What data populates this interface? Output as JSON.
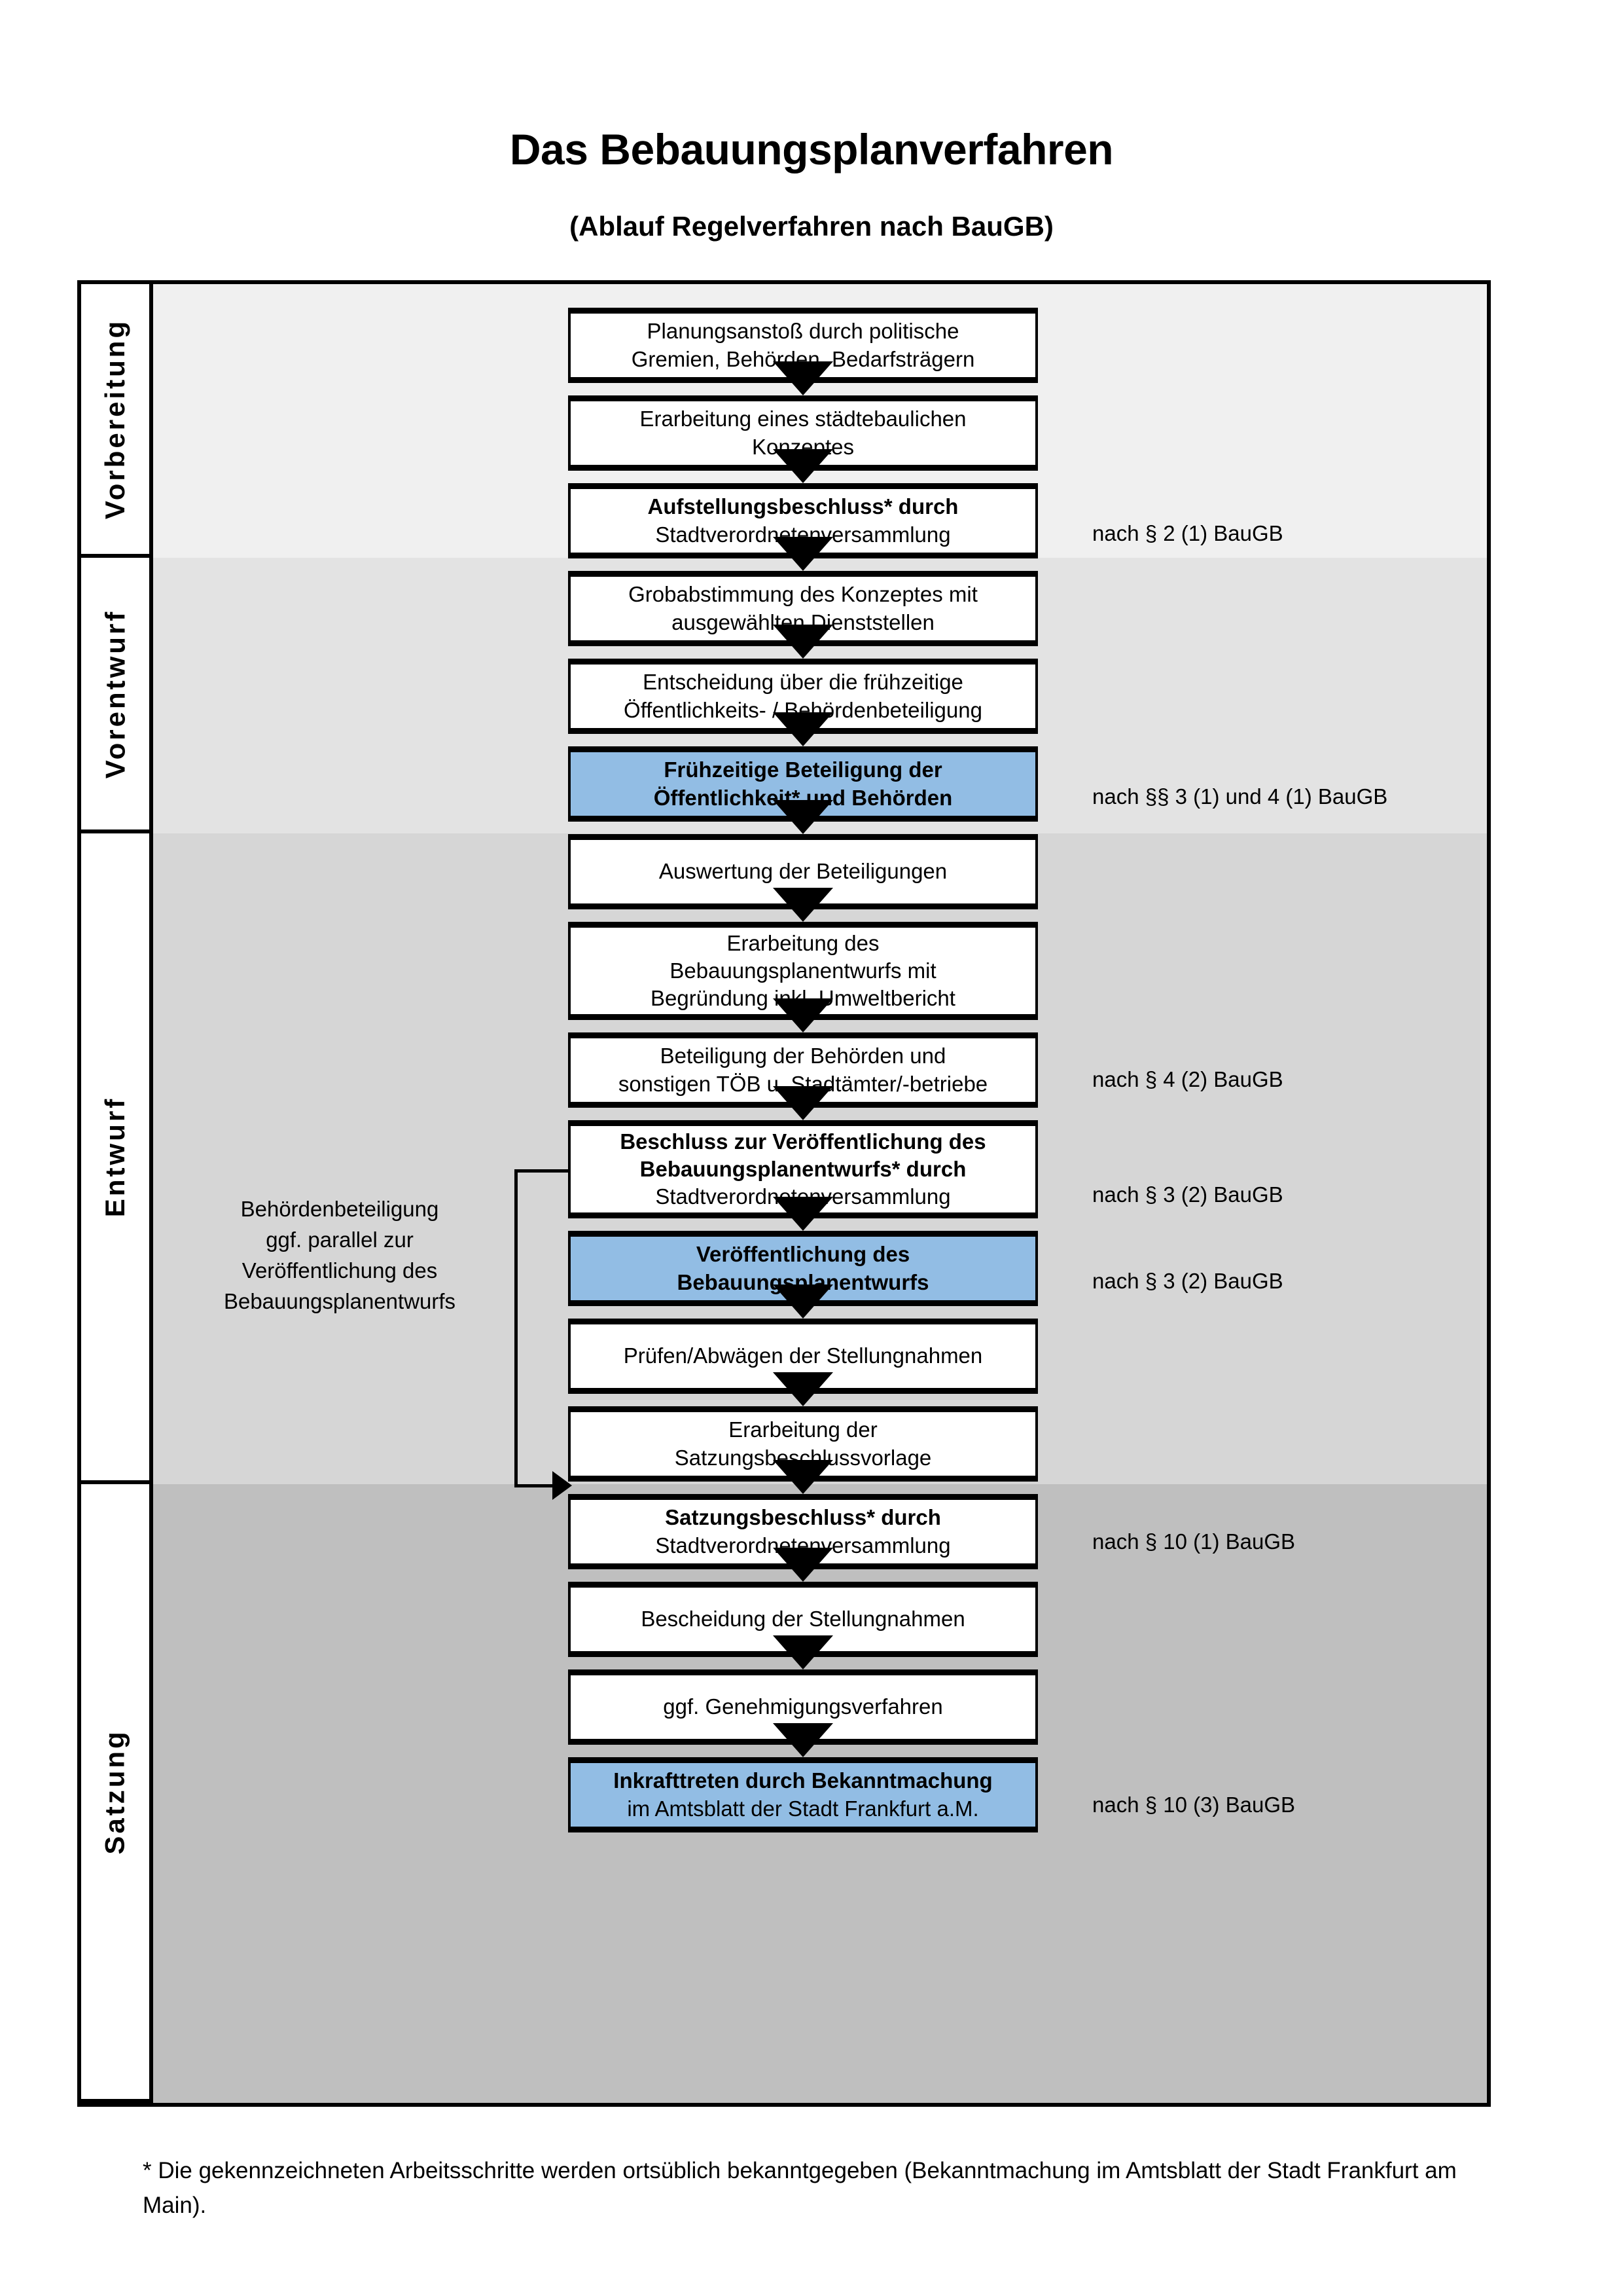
{
  "title": "Das Bebauungsplanverfahren",
  "subtitle": "(Ablauf Regelverfahren nach BauGB)",
  "colors": {
    "highlight": "#92bde4",
    "band_vorbereitung": "#f0f0f0",
    "band_vorentwurf": "#e3e3e3",
    "band_entwurf": "#d6d6d6",
    "band_satzung": "#bfbfbf",
    "line": "#000000"
  },
  "phases": [
    {
      "label": "Vorbereitung"
    },
    {
      "label": "Vorentwurf"
    },
    {
      "label": "Entwurf"
    },
    {
      "label": "Satzung"
    }
  ],
  "steps": [
    {
      "lines": [
        {
          "text": "Planungsanstoß durch politische",
          "bold": false
        },
        {
          "text": "Gremien, Behörden, Bedarfsträgern",
          "bold": false
        }
      ],
      "highlight": false
    },
    {
      "lines": [
        {
          "text": "Erarbeitung eines städtebaulichen",
          "bold": false
        },
        {
          "text": "Konzeptes",
          "bold": false
        }
      ],
      "highlight": false
    },
    {
      "lines": [
        {
          "text": "Aufstellungsbeschluss* durch",
          "bold": true
        },
        {
          "text": "Stadtverordnetenversammlung",
          "bold": false
        }
      ],
      "highlight": false
    },
    {
      "lines": [
        {
          "text": "Grobabstimmung des Konzeptes mit",
          "bold": false
        },
        {
          "text": "ausgewählten Dienststellen",
          "bold": false
        }
      ],
      "highlight": false
    },
    {
      "lines": [
        {
          "text": "Entscheidung über die frühzeitige",
          "bold": false
        },
        {
          "text": "Öffentlichkeits- / Behördenbeteiligung",
          "bold": false
        }
      ],
      "highlight": false
    },
    {
      "lines": [
        {
          "text": "Frühzeitige Beteiligung der",
          "bold": true
        },
        {
          "text": "Öffentlichkeit* und Behörden",
          "bold": true
        }
      ],
      "highlight": true
    },
    {
      "lines": [
        {
          "text": "Auswertung der Beteiligungen",
          "bold": false
        }
      ],
      "highlight": false
    },
    {
      "lines": [
        {
          "text": "Erarbeitung des",
          "bold": false
        },
        {
          "text": "Bebauungsplanentwurfs mit",
          "bold": false
        },
        {
          "text": "Begründung inkl. Umweltbericht",
          "bold": false
        }
      ],
      "highlight": false
    },
    {
      "lines": [
        {
          "text": "Beteiligung der Behörden und",
          "bold": false
        },
        {
          "text": "sonstigen TÖB u. Stadtämter/-betriebe",
          "bold": false
        }
      ],
      "highlight": false
    },
    {
      "lines": [
        {
          "text": "Beschluss zur Veröffentlichung des",
          "bold": true
        },
        {
          "text": "Bebauungsplanentwurfs* durch",
          "bold": true
        },
        {
          "text": "Stadtverordnetenversammlung",
          "bold": false
        }
      ],
      "highlight": false
    },
    {
      "lines": [
        {
          "text": "Veröffentlichung des",
          "bold": true
        },
        {
          "text": "Bebauungsplanentwurfs",
          "bold": true
        }
      ],
      "highlight": true
    },
    {
      "lines": [
        {
          "text": "Prüfen/Abwägen der Stellungnahmen",
          "bold": false
        }
      ],
      "highlight": false
    },
    {
      "lines": [
        {
          "text": "Erarbeitung der",
          "bold": false
        },
        {
          "text": "Satzungsbeschlussvorlage",
          "bold": false
        }
      ],
      "highlight": false
    },
    {
      "lines": [
        {
          "text": "Satzungsbeschluss* durch",
          "bold": true
        },
        {
          "text": "Stadtverordnetenversammlung",
          "bold": false
        }
      ],
      "highlight": false
    },
    {
      "lines": [
        {
          "text": "Bescheidung der Stellungnahmen",
          "bold": false
        }
      ],
      "highlight": false
    },
    {
      "lines": [
        {
          "text": "ggf. Genehmigungsverfahren",
          "bold": false
        }
      ],
      "highlight": false
    },
    {
      "lines": [
        {
          "text": "Inkrafttreten durch Bekanntmachung",
          "bold": true
        },
        {
          "text": "im Amtsblatt der Stadt Frankfurt a.M.",
          "bold": false
        }
      ],
      "highlight": true
    }
  ],
  "legal_notes": [
    {
      "text": "nach § 2 (1) BauGB"
    },
    {
      "text": "nach §§ 3 (1) und 4 (1) BauGB"
    },
    {
      "text": "nach § 4 (2) BauGB"
    },
    {
      "text": "nach § 3 (2) BauGB"
    },
    {
      "text": "nach § 3 (2) BauGB"
    },
    {
      "text": "nach § 10 (1) BauGB"
    },
    {
      "text": "nach § 10 (3) BauGB"
    }
  ],
  "sidenote": {
    "line1": "Behördenbeteiligung",
    "line2": "ggf. parallel zur",
    "line3": "Veröffentlichung des",
    "line4": "Bebauungsplanentwurfs"
  },
  "footnote": "* Die gekennzeichneten Arbeitsschritte werden ortsüblich bekanntgegeben (Bekanntmachung im Amtsblatt  der Stadt Frankfurt am Main)."
}
